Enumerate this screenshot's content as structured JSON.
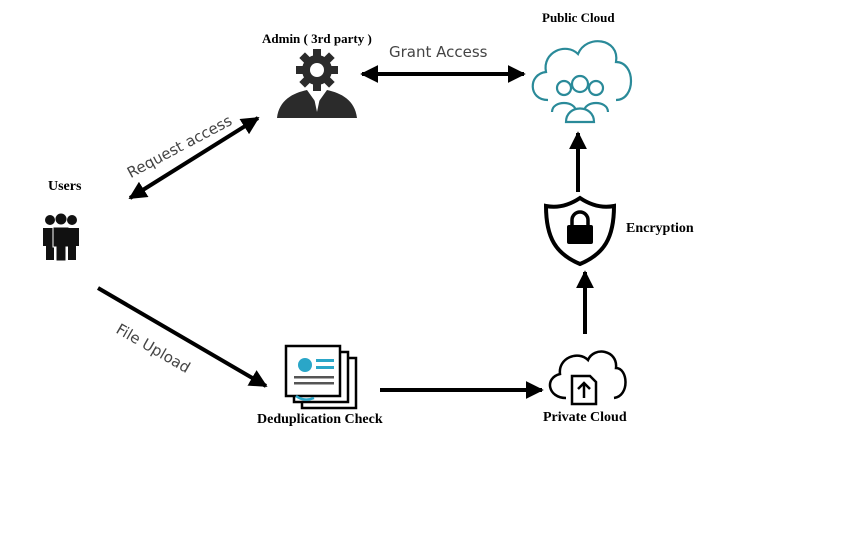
{
  "nodes": {
    "users": {
      "label": "Users",
      "icon": "users-group-icon"
    },
    "admin": {
      "label": "Admin ( 3rd party )",
      "icon": "admin-gear-icon"
    },
    "public_cloud": {
      "label": "Public Cloud",
      "icon": "cloud-users-icon"
    },
    "encryption": {
      "label": "Encryption",
      "icon": "shield-lock-icon"
    },
    "private_cloud": {
      "label": "Private Cloud",
      "icon": "cloud-upload-icon"
    },
    "dedup": {
      "label": "Deduplication Check",
      "icon": "documents-icon"
    }
  },
  "edges": {
    "request_access": "Request access",
    "grant_access": "Grant Access",
    "file_upload": "File Upload"
  },
  "colors": {
    "line": "#000000",
    "cloud_accent": "#2a8a99",
    "doc_accent": "#2aa6c8",
    "edge_text": "#444444"
  }
}
